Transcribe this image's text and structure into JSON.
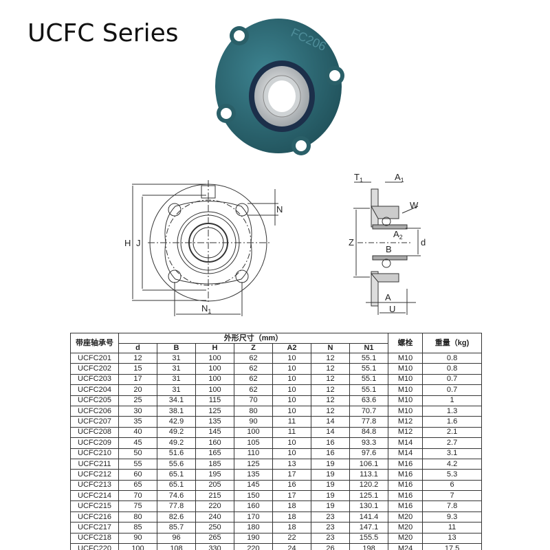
{
  "title": "UCFC Series",
  "product_photo": {
    "label": "FC206",
    "color": "#2f6b75"
  },
  "drawing_labels": {
    "front": {
      "H": "H",
      "J": "J",
      "N": "N",
      "N1": "N",
      "N1_sub": "1"
    },
    "side": {
      "T1": "T",
      "T1_sub": "1",
      "A1": "A",
      "A1_sub": "1",
      "W": "W",
      "A2": "A",
      "A2_sub": "2",
      "Z": "Z",
      "B": "B",
      "d": "d",
      "A": "A",
      "U": "U"
    }
  },
  "table": {
    "model_header": "带座轴承号",
    "group_header": "外形尺寸（mm）",
    "bolt_header": "螺栓",
    "weight_header": "重量（kg)",
    "dim_headers": [
      "d",
      "B",
      "H",
      "Z",
      "A2",
      "N",
      "N1"
    ],
    "rows": [
      [
        "UCFC201",
        "12",
        "31",
        "100",
        "62",
        "10",
        "12",
        "55.1",
        "M10",
        "0.8"
      ],
      [
        "UCFC202",
        "15",
        "31",
        "100",
        "62",
        "10",
        "12",
        "55.1",
        "M10",
        "0.8"
      ],
      [
        "UCFC203",
        "17",
        "31",
        "100",
        "62",
        "10",
        "12",
        "55.1",
        "M10",
        "0.7"
      ],
      [
        "UCFC204",
        "20",
        "31",
        "100",
        "62",
        "10",
        "12",
        "55.1",
        "M10",
        "0.7"
      ],
      [
        "UCFC205",
        "25",
        "34.1",
        "115",
        "70",
        "10",
        "12",
        "63.6",
        "M10",
        "1"
      ],
      [
        "UCFC206",
        "30",
        "38.1",
        "125",
        "80",
        "10",
        "12",
        "70.7",
        "M10",
        "1.3"
      ],
      [
        "UCFC207",
        "35",
        "42.9",
        "135",
        "90",
        "11",
        "14",
        "77.8",
        "M12",
        "1.6"
      ],
      [
        "UCFC208",
        "40",
        "49.2",
        "145",
        "100",
        "11",
        "14",
        "84.8",
        "M12",
        "2.1"
      ],
      [
        "UCFC209",
        "45",
        "49.2",
        "160",
        "105",
        "10",
        "16",
        "93.3",
        "M14",
        "2.7"
      ],
      [
        "UCFC210",
        "50",
        "51.6",
        "165",
        "110",
        "10",
        "16",
        "97.6",
        "M14",
        "3.1"
      ],
      [
        "UCFC211",
        "55",
        "55.6",
        "185",
        "125",
        "13",
        "19",
        "106.1",
        "M16",
        "4.2"
      ],
      [
        "UCFC212",
        "60",
        "65.1",
        "195",
        "135",
        "17",
        "19",
        "113.1",
        "M16",
        "5.3"
      ],
      [
        "UCFC213",
        "65",
        "65.1",
        "205",
        "145",
        "16",
        "19",
        "120.2",
        "M16",
        "6"
      ],
      [
        "UCFC214",
        "70",
        "74.6",
        "215",
        "150",
        "17",
        "19",
        "125.1",
        "M16",
        "7"
      ],
      [
        "UCFC215",
        "75",
        "77.8",
        "220",
        "160",
        "18",
        "19",
        "130.1",
        "M16",
        "7.8"
      ],
      [
        "UCFC216",
        "80",
        "82.6",
        "240",
        "170",
        "18",
        "23",
        "141.4",
        "M20",
        "9.3"
      ],
      [
        "UCFC217",
        "85",
        "85.7",
        "250",
        "180",
        "18",
        "23",
        "147.1",
        "M20",
        "11"
      ],
      [
        "UCFC218",
        "90",
        "96",
        "265",
        "190",
        "22",
        "23",
        "155.5",
        "M20",
        "13"
      ],
      [
        "UCFC220",
        "100",
        "108",
        "330",
        "220",
        "24",
        "26",
        "198",
        "M24",
        "17.5"
      ]
    ]
  }
}
